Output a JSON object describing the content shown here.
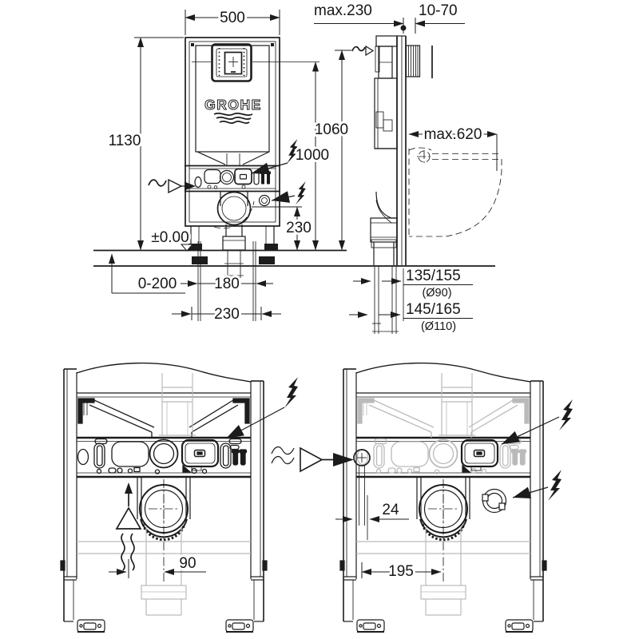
{
  "colors": {
    "line": "#1c1c1c",
    "muted": "#bababa",
    "background": "#ffffff"
  },
  "brand": {
    "logo_text": "GROHE"
  },
  "dimensions": {
    "width": "500",
    "height": "1130",
    "flush_height": "1000",
    "inlet_height": "1060",
    "depth": "max.230",
    "wall_offset": "10-70",
    "bowl_depth": "max.620",
    "outlet_height": "230",
    "floor_level": "±0.00",
    "leg_range": "0-200",
    "outlet_spread": "180",
    "outlet_spread2": "230",
    "drain_offset_90": "135/155",
    "drain_dia_90": "(Ø90)",
    "drain_offset_110": "145/165",
    "drain_dia_110": "(Ø110)",
    "supply_offset": "90",
    "inlet_edge_offset": "24",
    "drain_center_offset": "195"
  }
}
